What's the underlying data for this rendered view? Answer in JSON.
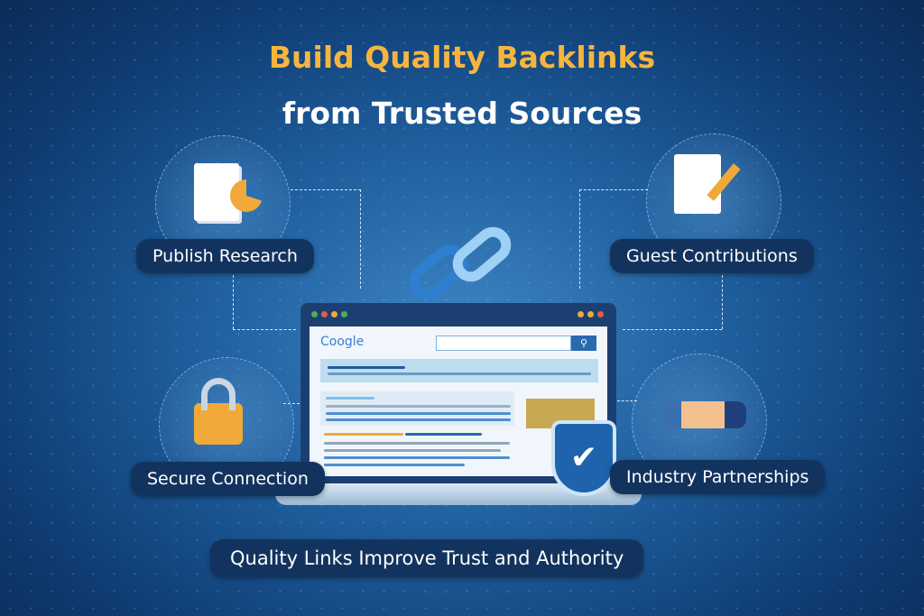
{
  "title": {
    "line1": "Build Quality Backlinks",
    "line2": "from Trusted Sources"
  },
  "nodes": [
    {
      "label": "Publish Research",
      "icon": "document-chart-icon"
    },
    {
      "label": "Guest Contributions",
      "icon": "document-pencil-icon"
    },
    {
      "label": "Secure Connection",
      "icon": "padlock-icon"
    },
    {
      "label": "Industry Partnerships",
      "icon": "handshake-icon"
    }
  ],
  "laptop": {
    "search_logo": "Coogle",
    "search_icon": "search-icon"
  },
  "footer": "Quality Links Improve Trust and Authority",
  "colors": {
    "accent": "#f6b53f",
    "pill": "#13335f",
    "background": "#1f5f9e"
  }
}
